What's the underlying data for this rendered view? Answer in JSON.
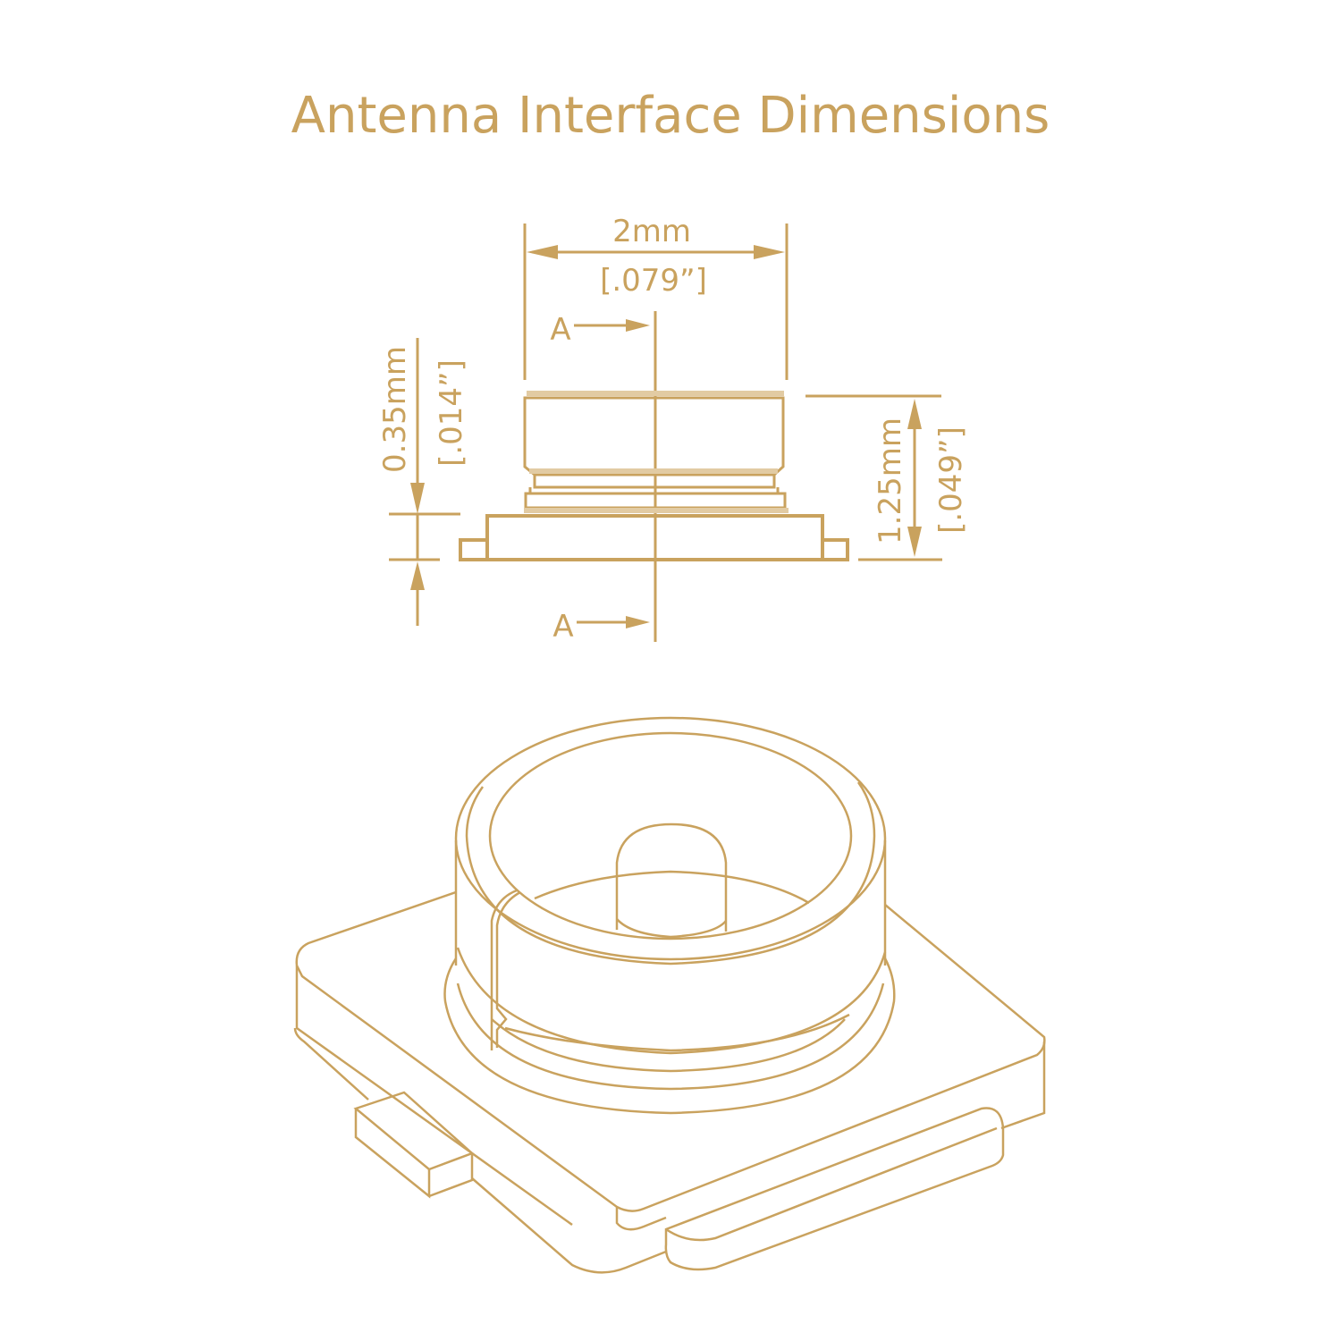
{
  "title": "Antenna Interface Dimensions",
  "accent_color": "#c9a25e",
  "dimensions": {
    "width_mm": "2mm",
    "width_in": "[.079”]",
    "flange_mm": "0.35mm",
    "flange_in": "[.014”]",
    "height_mm": "1.25mm",
    "height_in": "[.049”]"
  },
  "section_labels": {
    "top": "A",
    "bottom": "A"
  }
}
